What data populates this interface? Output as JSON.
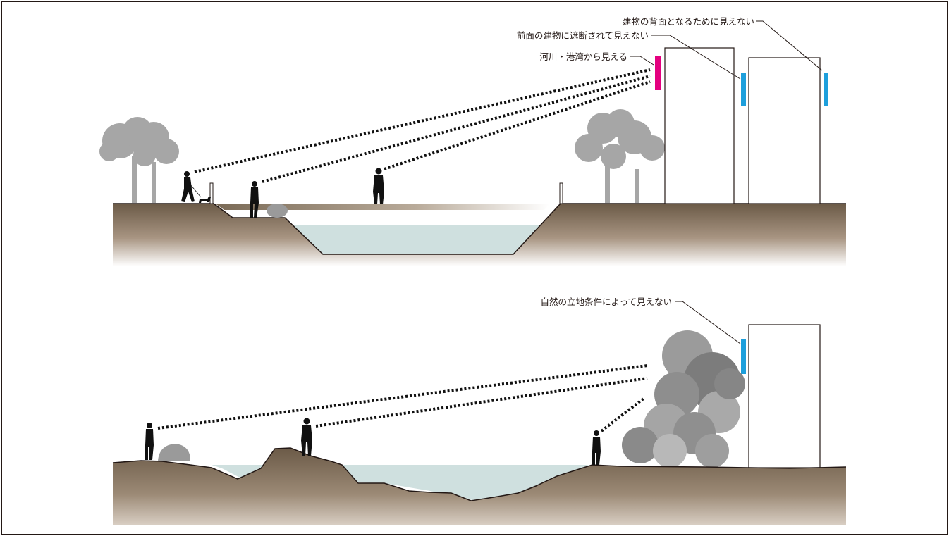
{
  "colors": {
    "visible_marker": "#e4007f",
    "hidden_marker": "#1d9fdc",
    "water": "#cfe0df",
    "ground_top": "#6b5a47",
    "ground_bottom": "#ffffff",
    "vegetation": "#a6a6a6",
    "people": "#111111"
  },
  "top_panel": {
    "labels": {
      "hidden_behind_building": "建物の背面となるために見えない",
      "blocked_by_front_building": "前面の建物に遮断されて見えない",
      "visible_from_river_harbor": "河川・港湾から見える"
    }
  },
  "bottom_panel": {
    "labels": {
      "hidden_by_terrain": "自然の立地条件によって見えない"
    }
  }
}
